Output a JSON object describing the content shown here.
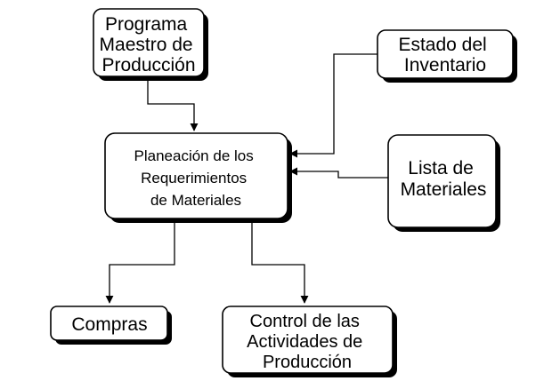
{
  "nodes": {
    "programa": {
      "lines": [
        "Programa",
        "Maestro de",
        "Producción"
      ]
    },
    "inventario": {
      "lines": [
        "Estado del",
        "Inventario"
      ]
    },
    "planeacion": {
      "lines": [
        "Planeación de los",
        "Requerimientos",
        "de Materiales"
      ]
    },
    "lista": {
      "lines": [
        "Lista de",
        "Materiales"
      ]
    },
    "compras": {
      "lines": [
        "Compras"
      ]
    },
    "control": {
      "lines": [
        "Control de las",
        "Actividades de",
        "Producción"
      ]
    }
  },
  "edges": [
    {
      "from": "programa",
      "to": "planeacion"
    },
    {
      "from": "inventario",
      "to": "planeacion"
    },
    {
      "from": "lista",
      "to": "planeacion"
    },
    {
      "from": "planeacion",
      "to": "compras"
    },
    {
      "from": "planeacion",
      "to": "control"
    }
  ],
  "colors": {
    "stroke": "#000000",
    "fill": "#ffffff",
    "background": "#ffffff"
  }
}
